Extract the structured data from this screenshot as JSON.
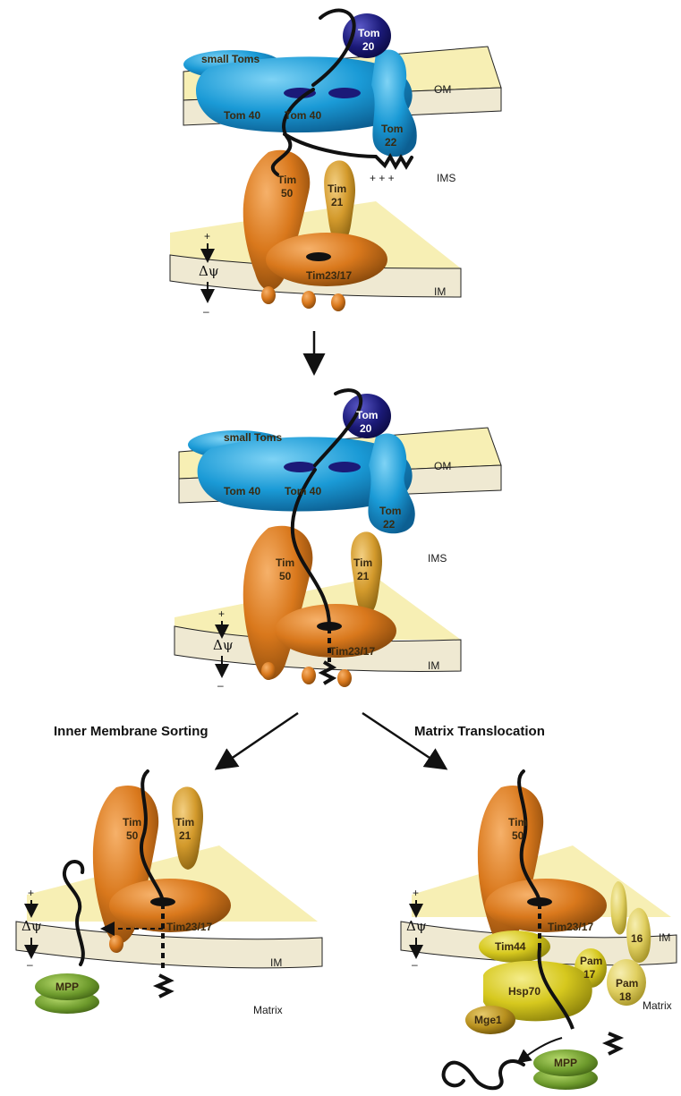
{
  "panel_top": {
    "tom20": [
      "Tom",
      "20"
    ],
    "small_toms": "small Toms",
    "tom40_a": "Tom  40",
    "tom40_b": "Tom  40",
    "tom22": [
      "Tom",
      "22"
    ],
    "om": "OM",
    "ims": "IMS",
    "im": "IM",
    "tim50": [
      "Tim",
      "50"
    ],
    "tim21": [
      "Tim",
      "21"
    ],
    "tim2317": "Tim23/17",
    "dpsi": "Δψ",
    "plus": "+",
    "minus": "–",
    "charges": "+ + +"
  },
  "panel_mid": {
    "tom20": [
      "Tom",
      "20"
    ],
    "small_toms": "small Toms",
    "tom40_a": "Tom  40",
    "tom40_b": "Tom  40",
    "tom22": [
      "Tom",
      "22"
    ],
    "om": "OM",
    "ims": "IMS",
    "im": "IM",
    "tim50": [
      "Tim",
      "50"
    ],
    "tim21": [
      "Tim",
      "21"
    ],
    "tim2317": "Tim23/17",
    "dpsi": "Δψ",
    "plus": "+",
    "minus": "–"
  },
  "branch_left_title": "Inner Membrane Sorting",
  "branch_right_title": "Matrix Translocation",
  "panel_left": {
    "tim50": [
      "Tim",
      "50"
    ],
    "tim21": [
      "Tim",
      "21"
    ],
    "tim2317": "Tim23/17",
    "im": "IM",
    "mpp": "MPP",
    "matrix": "Matrix",
    "dpsi": "Δψ",
    "plus": "+",
    "minus": "–"
  },
  "panel_right": {
    "tim50": [
      "Tim",
      "50"
    ],
    "tim2317": "Tim23/17",
    "tim44": "Tim44",
    "pam17": [
      "Pam",
      "17"
    ],
    "pam18": [
      "Pam",
      "18"
    ],
    "pam16": "16",
    "hsp70": "Hsp70",
    "mge1": "Mge1",
    "mpp": "MPP",
    "im": "IM",
    "matrix": "Matrix",
    "dpsi": "Δψ",
    "plus": "+",
    "minus": "–"
  },
  "colors": {
    "membrane": "#f7efb4",
    "membrane_edge": "#efe9d2",
    "tom_blue": "#1a9ad6",
    "tom20_navy": "#1b1a78",
    "tim_orange": "#d9781c",
    "tim21_gold": "#d39a2c",
    "tim44_yellow": "#d6c81e",
    "pam_yellow": "#e0cf60",
    "mpp_green": "#6d9a2c",
    "chain": "#111111"
  }
}
